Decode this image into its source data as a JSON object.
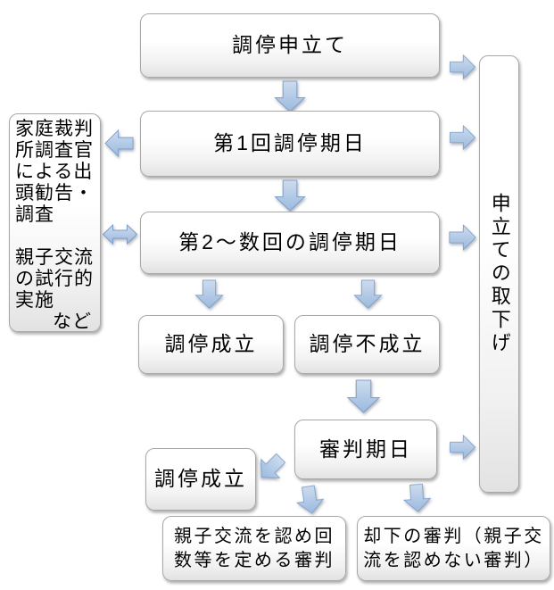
{
  "flowchart": {
    "nodes": {
      "application": "調停申立て",
      "first_session": "第1回調停期日",
      "later_sessions": "第2～数回の調停期日",
      "mediation_established_1": "調停成立",
      "mediation_not_established": "調停不成立",
      "adjudication_date": "審判期日",
      "mediation_established_2": "調停成立",
      "ruling_granting": "親子交流を認め回\n数等を定める審判",
      "ruling_dismissal": "却下の審判（親子交\n流を認めない審判）",
      "withdrawal": "申立ての取下げ",
      "side_note": "家庭裁判\n所調査官\nによる出\n頭勧告・\n調査\n\n親子交流\nの試行的\n実施",
      "side_note_suffix": "など"
    },
    "colors": {
      "arrow_top": "#cddcee",
      "arrow_bottom": "#9bb9de",
      "arrow_border": "#7fa1c9",
      "box_border": "#a8a8a8",
      "box_fill_top": "#ffffff",
      "box_fill_bottom": "#e2e2e2",
      "text": "#000000",
      "background": "#ffffff"
    }
  }
}
